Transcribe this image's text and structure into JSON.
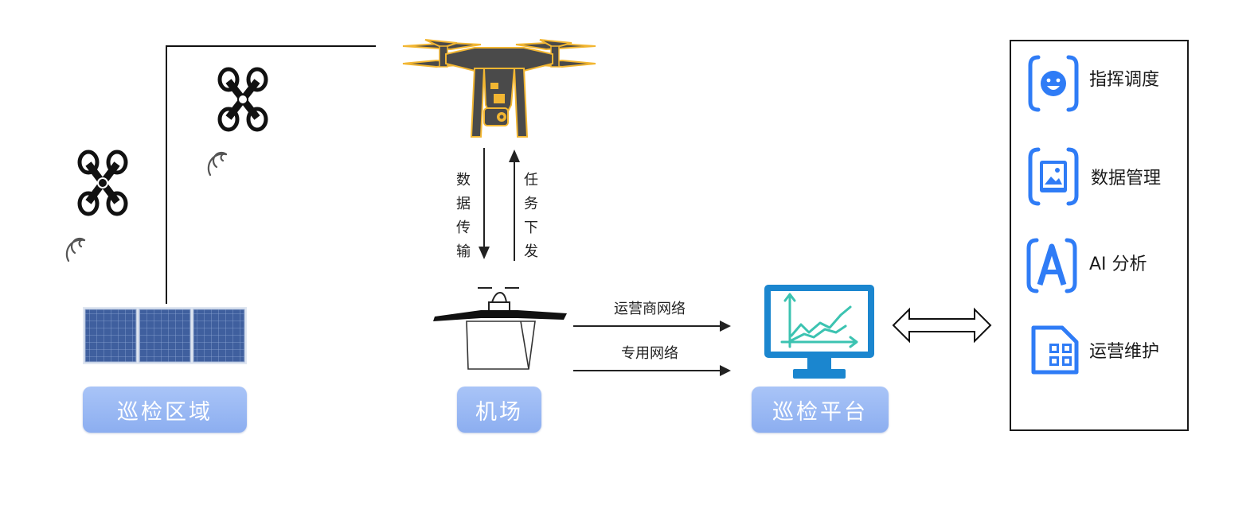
{
  "regions": {
    "area_label": "巡检区域",
    "airport_label": "机场",
    "platform_label": "巡检平台"
  },
  "links": {
    "data_transfer": "数据传输",
    "task_dispatch": "任务下发",
    "carrier_network": "运营商网络",
    "private_network": "专用网络"
  },
  "features": [
    {
      "label": "指挥调度",
      "icon": "face-command-icon"
    },
    {
      "label": "数据管理",
      "icon": "image-data-icon"
    },
    {
      "label": "AI 分析",
      "icon": "letter-a-icon"
    },
    {
      "label": "运营维护",
      "icon": "grid-maintenance-icon"
    }
  ],
  "colors": {
    "pill": "#9bb9f4",
    "icon_blue": "#2f7cf6",
    "drone_body": "#4a4a4a",
    "drone_accent": "#f2b632",
    "monitor": "#1b86cf",
    "chart_teal": "#3cc3b1"
  }
}
